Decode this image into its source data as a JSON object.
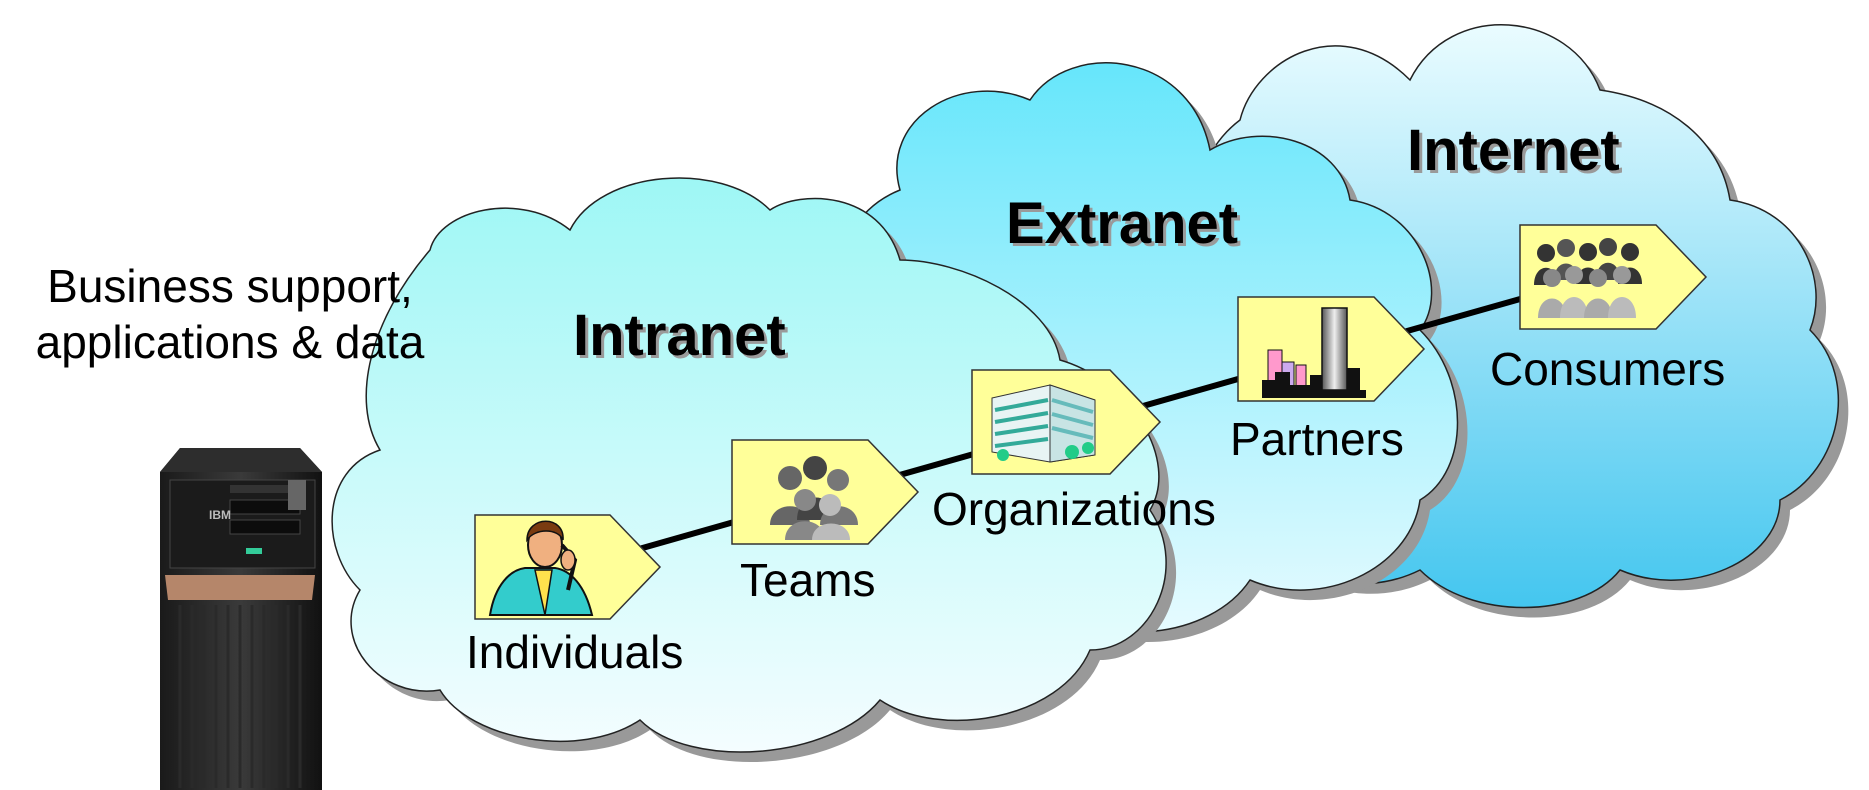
{
  "side_text": "Business support,\napplications & data",
  "clouds": {
    "intranet": "Intranet",
    "extranet": "Extranet",
    "internet": "Internet"
  },
  "nodes": {
    "individuals": "Individuals",
    "teams": "Teams",
    "organizations": "Organizations",
    "partners": "Partners",
    "consumers": "Consumers"
  },
  "server_logo": "IBM",
  "colors": {
    "tag_fill": "#ffff99",
    "intranet_cloud": "#aaffff",
    "extranet_cloud": "#66ddf5",
    "internet_cloud": "#55ccf0",
    "connector": "#000000"
  },
  "icons": {
    "individuals": "person-on-phone-icon",
    "teams": "people-group-icon",
    "organizations": "office-building-icon",
    "partners": "city-skyline-icon",
    "consumers": "crowd-icon",
    "server": "server-tower-icon"
  }
}
